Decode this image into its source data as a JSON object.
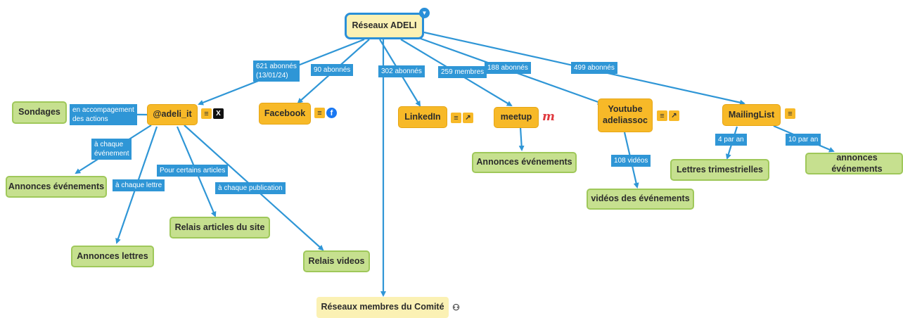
{
  "root": {
    "label": "Réseaux ADELI"
  },
  "branches": {
    "adeli_it": {
      "label": "@adeli_it",
      "link_label": "621 abonnés\n(13/01/24)"
    },
    "facebook": {
      "label": "Facebook",
      "link_label": "90 abonnés"
    },
    "linkedin": {
      "label": "LinkedIn",
      "link_label": "302 abonnés"
    },
    "meetup": {
      "label": "meetup",
      "link_label": "259 membres"
    },
    "youtube": {
      "label": "Youtube\nadeliassoc",
      "link_label": "188 abonnés"
    },
    "mailinglist": {
      "label": "MailingList",
      "link_label": "499 abonnés"
    },
    "comite": {
      "label": "Réseaux membres du Comité"
    }
  },
  "adeli_children": {
    "sondages": {
      "label": "Sondages",
      "link_label": "en accompagement\ndes actions"
    },
    "annonces_evenements": {
      "label": "Annonces événements",
      "link_label": "à chaque\névénement"
    },
    "annonces_lettres": {
      "label": "Annonces lettres",
      "link_label": "à chaque lettre"
    },
    "relais_articles": {
      "label": "Relais articles du site",
      "link_label": "Pour certains articles"
    },
    "relais_videos": {
      "label": "Relais videos",
      "link_label": "à chaque publication"
    }
  },
  "meetup_children": {
    "annonces": {
      "label": "Annonces événements"
    }
  },
  "youtube_children": {
    "videos": {
      "label": "vidéos des événements",
      "link_label": "108 vidéos"
    }
  },
  "mailing_children": {
    "lettres": {
      "label": "Lettres trimestrielles",
      "link_label": "4 par an"
    },
    "annonces": {
      "label": "annonces événements",
      "link_label": "10 par an"
    }
  },
  "icons": {
    "notes": "notes-icon",
    "external_link": "external-link-icon",
    "x_logo": "x-logo-icon",
    "facebook_logo": "facebook-logo-icon",
    "meetup_logo": "meetup-logo-icon",
    "people": "people-icon",
    "collapse": "collapse-icon"
  },
  "colors": {
    "link": "#2f96d6",
    "root_fill": "#fbf1b4",
    "root_border": "#2a8fd8",
    "branch_fill": "#f7b928",
    "leaf_fill": "#c6e08f",
    "leaf_border": "#9fc85a"
  }
}
